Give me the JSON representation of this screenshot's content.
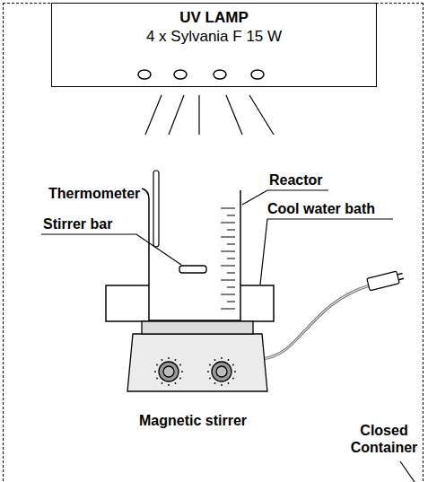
{
  "diagram": {
    "nodes": [
      {
        "text": [
          "Closed Container"
        ]
      },
      {
        "text": [
          "UV LAMP",
          "4 x Sylvania F 15 W"
        ],
        "in": 0
      }
    ],
    "labels": [
      "Thermometer",
      "Reactor",
      "Cool water bath",
      "Stirrer bar",
      "Magnetic stirrer"
    ]
  }
}
